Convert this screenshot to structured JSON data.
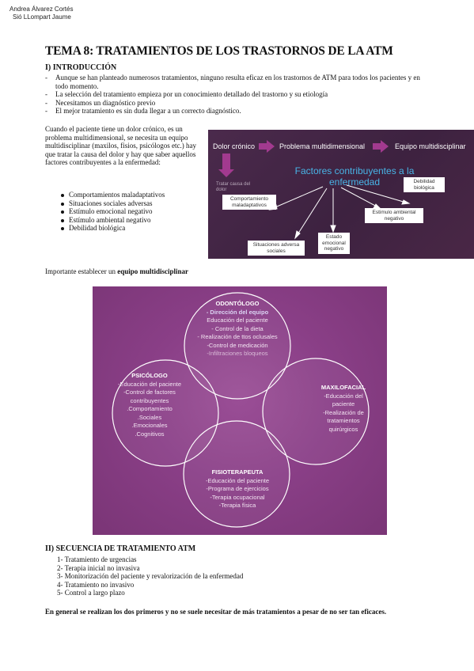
{
  "authors": [
    "Andrea Álvarez Cortés",
    "Sió LLompart Jaume"
  ],
  "title": "TEMA 8: TRATAMIENTOS DE LOS TRASTORNOS DE LA ATM",
  "section1": {
    "heading": "I) INTRODUCCIÓN",
    "bullets": [
      "Aunque se han planteado numerosos tratamientos, ninguno resulta eficaz en los trastornos de ATM para todos los pacientes y en todo momento.",
      "La selección del tratamiento empieza por un conocimiento detallado del trastorno y su etiología",
      "Necesitamos un diagnóstico previo",
      "El mejor tratamiento es sin duda llegar a un correcto diagnóstico."
    ],
    "paragraph": "Cuando el paciente tiene un dolor crónico, es un problema multidimensional, se necesita un equipo multidisciplinar (maxilos, fisios, psicólogos etc.) hay que tratar la causa del dolor y hay que saber aquellos factores contribuyentes a la enfermedad:",
    "factors": [
      "Comportamientos maladaptativos",
      "Situaciones sociales adversas",
      "Estímulo emocional negativo",
      "Estímulo ambiental negativo",
      "Debilidad biológica"
    ]
  },
  "diagram1": {
    "chain": [
      "Dolor crónico",
      "Problema multidimensional",
      "Equipo multidisciplinar"
    ],
    "center": "Factores contribuyentes a la enfermedad",
    "side_note": "Tratar causa del dolor",
    "boxes": [
      "Comportamiento maladaptativos",
      "Situaciones adversa sociales",
      "Estado emocional negativo",
      "Estimulo ambiental negativo",
      "Debilidad biológica"
    ]
  },
  "note": {
    "prefix": "Importante establecer un ",
    "bold": "equipo multidisciplinar"
  },
  "venn": {
    "odontologo": {
      "title": "ODONTÓLOGO",
      "lead": "- Dirección del equipo",
      "items": [
        "Educación del paciente",
        "- Control de la dieta",
        "- Realización de ttos oclusales",
        "-Control de medicación",
        "-Infiltraciones bloqueos"
      ]
    },
    "psicologo": {
      "title": "PSICÓLOGO",
      "items": [
        "-Educación del paciente",
        "-Control de factores contribuyentes",
        ".Comportamiento",
        ".Sociales",
        ".Emocionales",
        ".Cognitivos"
      ]
    },
    "maxilofacial": {
      "title": "MAXILOFACIAL",
      "items": [
        "-Educación del paciente",
        "-Realización de tratamientos quirúrgicos"
      ]
    },
    "fisioterapeuta": {
      "title": "FISIOTERAPEUTA",
      "items": [
        "-Educación del paciente",
        "-Programa de ejercicios",
        "-Terapia ocupacional",
        "-Terapia física"
      ]
    }
  },
  "section2": {
    "heading": "II) SECUENCIA DE TRATAMIENTO ATM",
    "steps": [
      "1- Tratamiento de urgencias",
      "2- Terapia inicial no invasiva",
      "3- Monitorización del paciente y revalorización de la enfermedad",
      "4- Tratamiento no invasivo",
      "5- Control a largo plazo"
    ],
    "conclusion": "En general se realizan los dos primeros y no se suele necesitar de más tratamientos a pesar de no ser tan eficaces."
  }
}
